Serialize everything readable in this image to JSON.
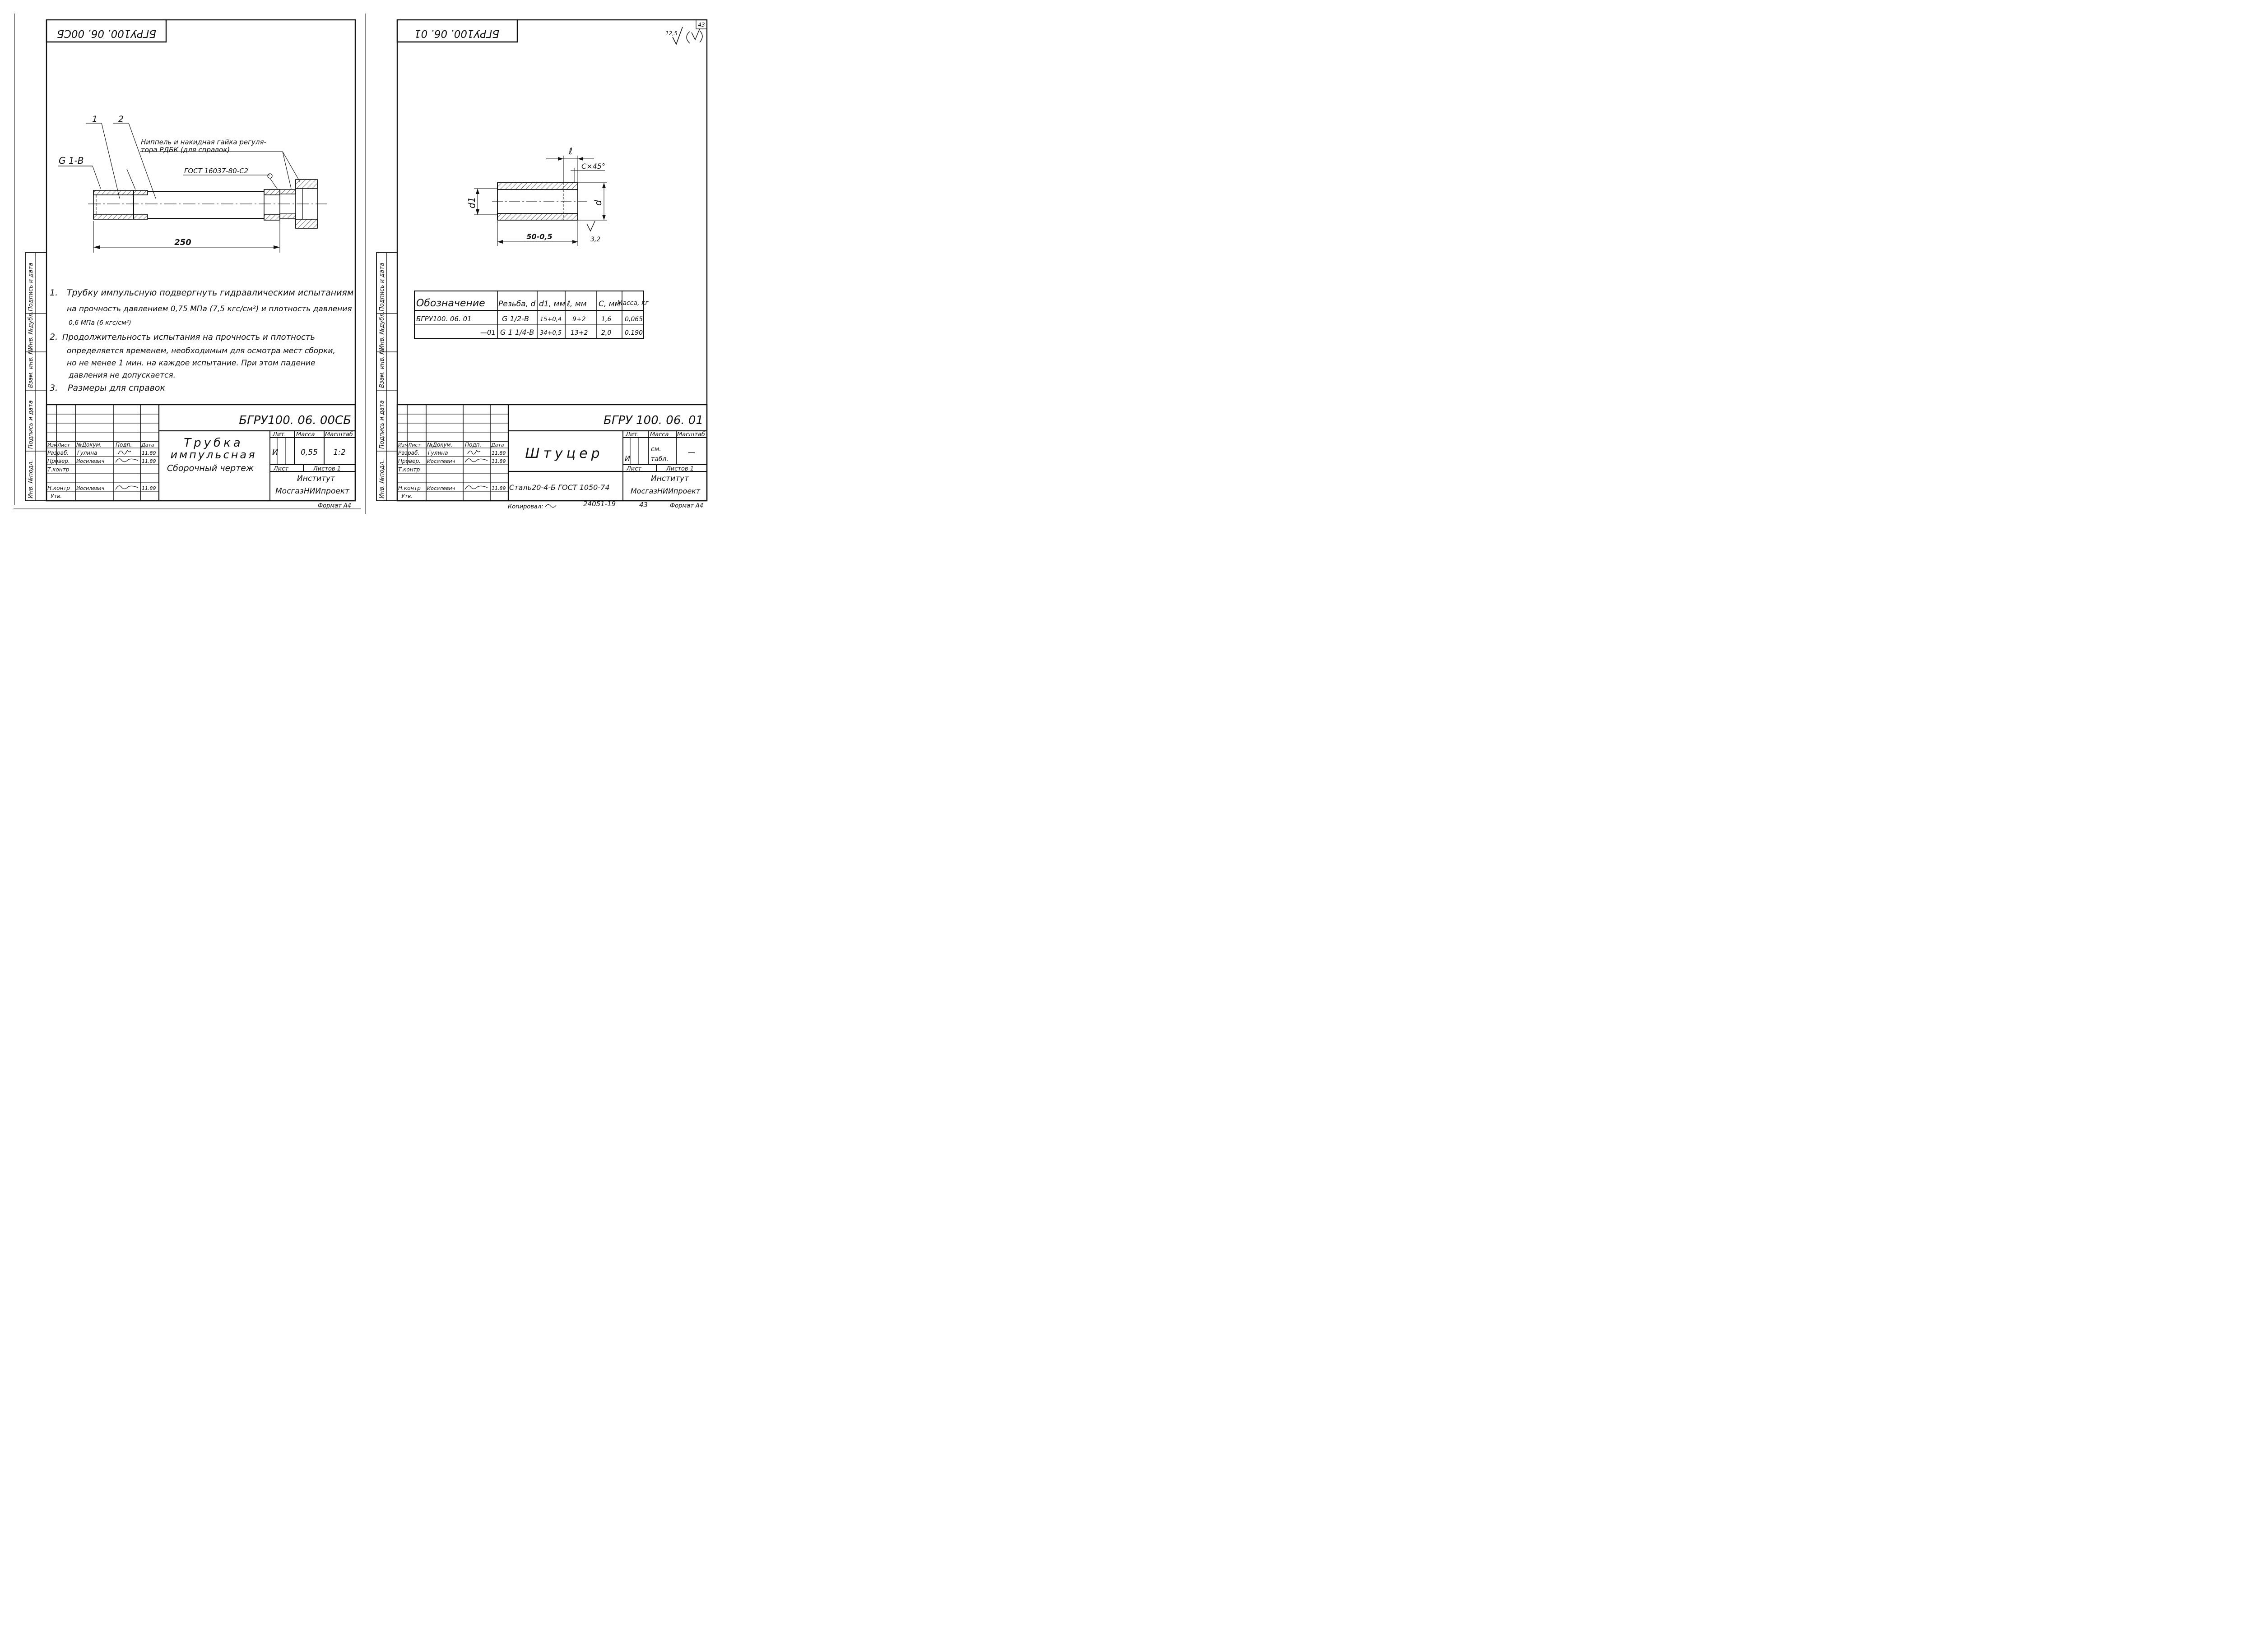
{
  "left_sheet": {
    "top_stamp": "БГРУ100. 06. 00СБ",
    "leader_1": "1",
    "leader_2": "2",
    "thread_label": "G 1-B",
    "nipple_note_line1": "Ниппель и накидная гайка регуля-",
    "nipple_note_line2": "тора РДБК (для справок)",
    "gost_weld": "ГОСТ 16037-80-С2",
    "dim_length": "250",
    "notes": [
      {
        "num": "1.",
        "lines": [
          "Трубку импульсную подвергнуть гидравлическим испытаниям",
          "на прочность давлением 0,75 МПа (7,5 кгс/см²) и плотность давления",
          "0,6 МПа (6 кгс/см²)"
        ]
      },
      {
        "num": "2.",
        "lines": [
          "Продолжительность испытания на прочность и плотность",
          "определяется временем, необходимым для осмотра мест сборки,",
          "но не менее 1 мин. на каждое испытание. При этом падение",
          "давления не допускается."
        ]
      },
      {
        "num": "3.",
        "lines": [
          "Размеры для справок"
        ]
      }
    ],
    "side_labels": [
      "Инв. №подл.",
      "Подпись и дата",
      "Взам. инв. №",
      "Инв. №дубл.",
      "Подпись и дата"
    ],
    "title_block": {
      "designation": "БГРУ100. 06. 00СБ",
      "name_line1": "Трубка",
      "name_line2": "импульсная",
      "doc_type": "Сборочный чертеж",
      "head_izm": "Изм",
      "head_list": "Лист",
      "head_ndoc": "№Докум.",
      "head_podp": "Подп.",
      "head_data": "Дата",
      "role_razrab": "Разраб.",
      "name_razrab": "Гулина",
      "date_razrab": "11.89",
      "role_prover": "Провер.",
      "name_prover": "Иосилевич",
      "date_prover": "11.89",
      "role_tkontr": "Т.контр",
      "role_nkontr": "Н.контр",
      "name_nkontr": "Иосилевич",
      "date_nkontr": "11.89",
      "role_utv": "Утв.",
      "lit_label": "Лит.",
      "massa_label": "Масса",
      "masshtab_label": "Масштаб",
      "lit_value": "И",
      "massa_value": "0,55",
      "masshtab_value": "1:2",
      "list_label": "Лист",
      "listov_label": "Листов 1",
      "org_line1": "Институт",
      "org_line2": "МосгазНИИпроект"
    },
    "format": "Формат А4"
  },
  "right_sheet": {
    "top_stamp": "БГРУ100. 06. 01",
    "page_number": "43",
    "roughness_general": "12,5",
    "roughness_side": "3,2",
    "dim_l": "ℓ",
    "chamfer": "C×45°",
    "dim_d1": "d1",
    "dim_d": "d",
    "dim_length": "50-0,5",
    "table": {
      "headers": [
        "Обозначение",
        "Резьба, d",
        "d1, мм",
        "ℓ, мм",
        "C, мм",
        "Масса, кг"
      ],
      "rows": [
        [
          "БГРУ100. 06. 01",
          "G 1/2-B",
          "15+0,4",
          "9+2",
          "1,6",
          "0,065"
        ],
        [
          "—01",
          "G 1 1/4-B",
          "34+0,5",
          "13+2",
          "2,0",
          "0,190"
        ]
      ]
    },
    "side_labels": [
      "Инв. №подл.",
      "Подпись и дата",
      "Взам. инв. №",
      "Инв. №дубл.",
      "Подпись и дата"
    ],
    "title_block": {
      "designation": "БГРУ 100. 06. 01",
      "name": "Штуцер",
      "material": "Сталь20-4-Б ГОСТ 1050-74",
      "head_izm": "Изм",
      "head_list": "Лист",
      "head_ndoc": "№Докум.",
      "head_podp": "Подп.",
      "head_data": "Дата",
      "role_razrab": "Разраб.",
      "name_razrab": "Гулина",
      "date_razrab": "11.89",
      "role_prover": "Провер.",
      "name_prover": "Иосилевич",
      "date_prover": "11.89",
      "role_tkontr": "Т.контр",
      "role_nkontr": "Н.контр",
      "name_nkontr": "Иосилевич",
      "date_nkontr": "11.89",
      "role_utv": "Утв.",
      "lit_label": "Лит.",
      "massa_label": "Масса",
      "masshtab_label": "Масштаб",
      "lit_value": "И",
      "massa_value_line1": "см.",
      "massa_value_line2": "табл.",
      "masshtab_value": "—",
      "list_label": "Лист",
      "listov_label": "Листов 1",
      "org_line1": "Институт",
      "org_line2": "МосгазНИИпроект"
    },
    "bottom_copied": "Копировал:",
    "bottom_number": "24051-19",
    "bottom_page": "43",
    "format": "Формат А4"
  }
}
